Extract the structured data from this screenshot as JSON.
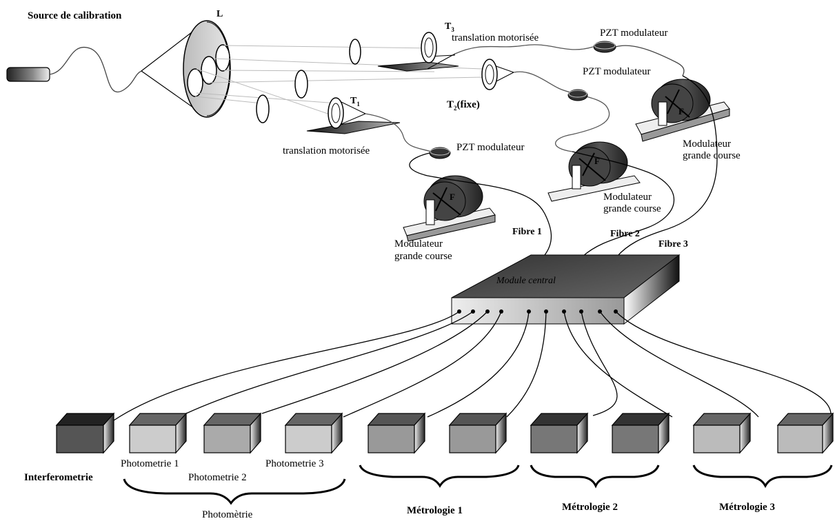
{
  "labels": {
    "source": "Source de calibration",
    "lens": "L",
    "t3": "T",
    "t3_sub": "3",
    "trans_top": "translation motorisée",
    "pzt_top": "PZT modulateur",
    "pzt_mid": "PZT modulateur",
    "t2": "T",
    "t2_sub": "2",
    "t2_fixe": "(fixe)",
    "t1": "T",
    "t1_sub": "1",
    "trans_bottom": "translation motorisée",
    "pzt_left": "PZT modulateur",
    "mod_right_1": "Modulateur",
    "mod_right_2": "grande course",
    "mod_mid_1": "Modulateur",
    "mod_mid_2": "grande course",
    "mod_left_1": "Modulateur",
    "mod_left_2": "grande course",
    "fibre1": "Fibre  1",
    "fibre2": "Fibre 2",
    "fibre3": "Fibre 3",
    "module": "Module central",
    "f": "F",
    "interf": "Interferometrie",
    "photo1": "Photometrie 1",
    "photo2": "Photometrie 2",
    "photo3": "Photometrie 3",
    "photometrie": "Photomètrie",
    "metro1": "Métrologie 1",
    "metro2": "Métrologie 2",
    "metro3": "Métrologie  3"
  }
}
